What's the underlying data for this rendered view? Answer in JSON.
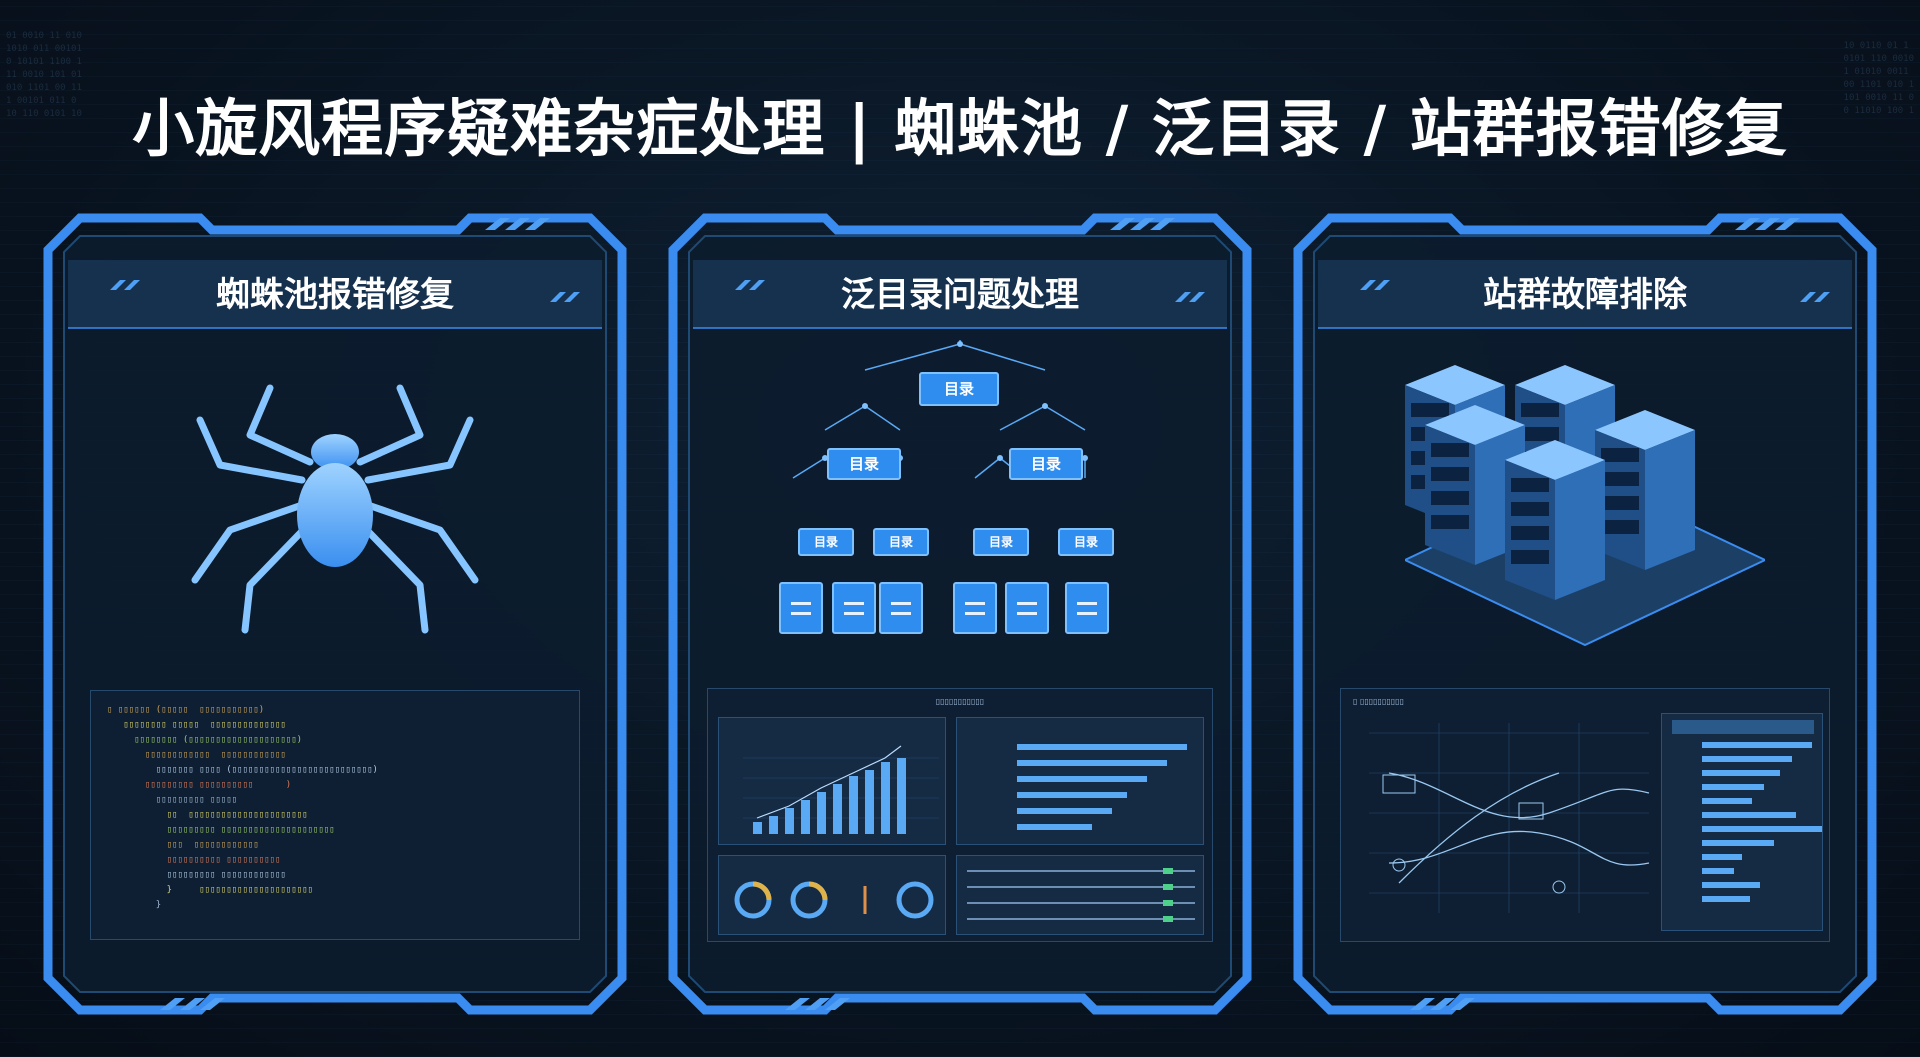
{
  "title": "小旋风程序疑难杂症处理 | 蜘蛛池 / 泛目录 / 站群报错修复",
  "colors": {
    "accent": "#2f8df0",
    "frame": "#3a8cf0",
    "glow": "#6fb6ff",
    "background": "#0a1725"
  },
  "panels": [
    {
      "title": "蜘蛛池报错修复",
      "icon": "spider-icon"
    },
    {
      "title": "泛目录问题处理",
      "icon": "directory-tree-icon",
      "tree": {
        "root": "目录",
        "level1": [
          "目录",
          "目录"
        ],
        "level2": [
          "目录",
          "目录",
          "目录",
          "目录"
        ]
      }
    },
    {
      "title": "站群故障排除",
      "icon": "server-cluster-icon"
    }
  ]
}
